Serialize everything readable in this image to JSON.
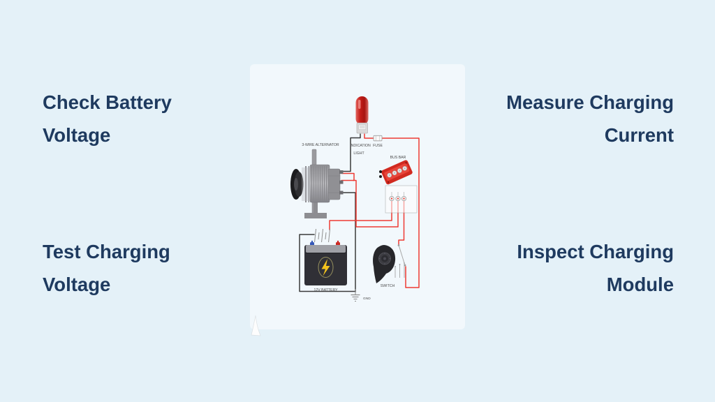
{
  "steps": {
    "top_left": "Check Battery\nVoltage",
    "top_right": "Measure Charging\nCurrent",
    "bottom_left": "Test Charging\nVoltage",
    "bottom_right": "Inspect Charging\nModule"
  },
  "diagram": {
    "labels": {
      "alternator": "3-WIRE ALTERNATOR",
      "indication_light_line1": "INDICATION",
      "indication_light_line2": "LIGHT",
      "fuse": "FUSE",
      "bus_bar": "BUS BAR",
      "battery": "12V BATTERY",
      "switch": "SWITCH",
      "ground": "GND"
    },
    "colors": {
      "background": "#e4f1f8",
      "heading": "#1e3a5f",
      "wire_red": "#ee3b33",
      "wire_black": "#3a3a3a",
      "light_red": "#c62420",
      "busbar_red": "#d12a20",
      "battery_body": "#303036",
      "bolt_yellow": "#f2c21d"
    }
  }
}
